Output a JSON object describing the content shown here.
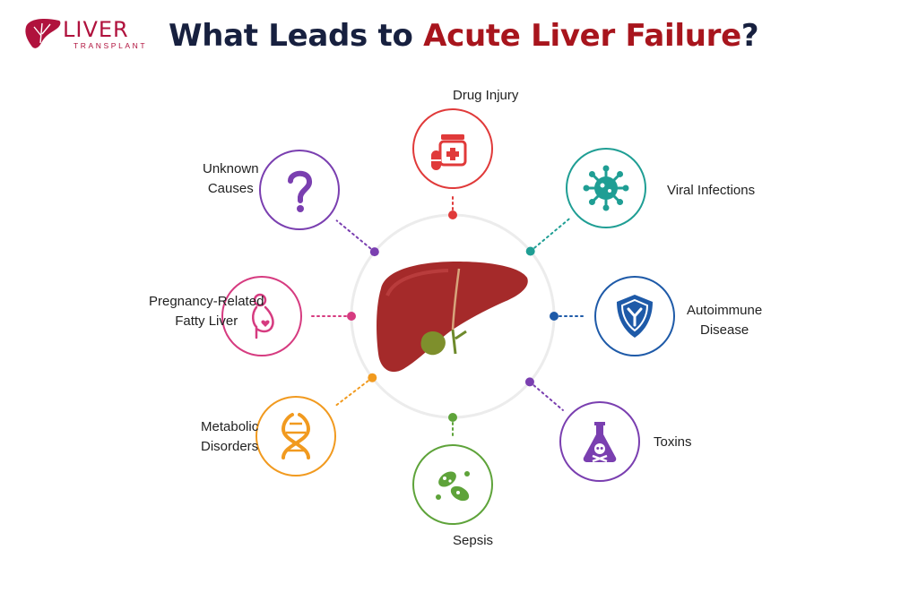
{
  "logo": {
    "word": "LIVER",
    "sub": "TRANSPLANT"
  },
  "title": {
    "part1": "What Leads to ",
    "accent": "Acute Liver Failure",
    "part2": "?"
  },
  "colors": {
    "title_dark": "#17203f",
    "title_accent": "#a8151d",
    "logo": "#b0123d",
    "liver": "#a52a2a",
    "liver_dark": "#7f1d1d",
    "gall": "#7e8f2c",
    "ring": "#ececec"
  },
  "causes": [
    {
      "id": "drug-injury",
      "label_lines": [
        "Drug Injury"
      ],
      "color": "#e03a3a",
      "icon": "medicine-bottle-icon"
    },
    {
      "id": "viral-infections",
      "label_lines": [
        "Viral Infections"
      ],
      "color": "#1f9e94",
      "icon": "virus-icon"
    },
    {
      "id": "autoimmune-disease",
      "label_lines": [
        "Autoimmune",
        "Disease"
      ],
      "color": "#1e5aa8",
      "icon": "shield-antibody-icon"
    },
    {
      "id": "toxins",
      "label_lines": [
        "Toxins"
      ],
      "color": "#7a3fb0",
      "icon": "toxic-flask-icon"
    },
    {
      "id": "sepsis",
      "label_lines": [
        "Sepsis"
      ],
      "color": "#5ea33a",
      "icon": "bacteria-icon"
    },
    {
      "id": "metabolic-disorders",
      "label_lines": [
        "Metabolic",
        "Disorders"
      ],
      "color": "#f19a1f",
      "icon": "dna-icon"
    },
    {
      "id": "pregnancy-fatty-liver",
      "label_lines": [
        "Pregnancy-Related",
        "Fatty Liver"
      ],
      "color": "#d63b80",
      "icon": "pregnant-woman-icon"
    },
    {
      "id": "unknown-causes",
      "label_lines": [
        "Unknown",
        "Causes"
      ],
      "color": "#7a3fb0",
      "icon": "question-mark-icon"
    }
  ]
}
